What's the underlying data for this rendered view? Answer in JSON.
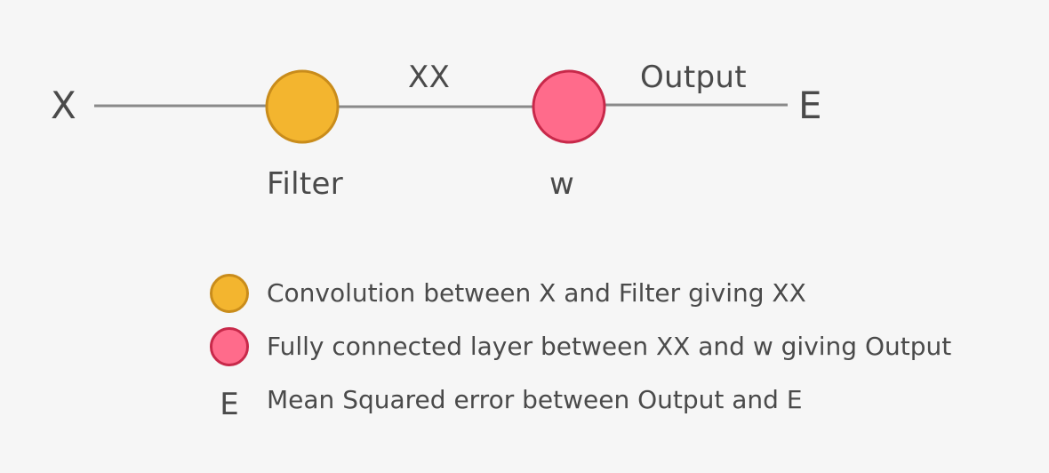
{
  "diagram": {
    "nodes": {
      "x": {
        "label": "X"
      },
      "filter": {
        "label": "Filter",
        "fill": "#f3b52f",
        "stroke": "#c98c1b"
      },
      "w": {
        "label": "w",
        "fill": "#ff6b8b",
        "stroke": "#c8294a"
      },
      "e": {
        "label": "E"
      }
    },
    "edges": {
      "filter_to_w": {
        "label": "XX"
      },
      "w_to_e": {
        "label": "Output"
      }
    },
    "line_color": "#8a8a8a",
    "text_color": "#4a4a4a"
  },
  "legend": [
    {
      "marker": "circle",
      "fill": "#f3b52f",
      "stroke": "#c98c1b",
      "text": "Convolution between X and Filter giving XX"
    },
    {
      "marker": "circle",
      "fill": "#ff6b8b",
      "stroke": "#c8294a",
      "text": "Fully connected layer between XX and w giving Output"
    },
    {
      "marker": "letter",
      "letter": "E",
      "text": "Mean Squared error between Output and E"
    }
  ]
}
